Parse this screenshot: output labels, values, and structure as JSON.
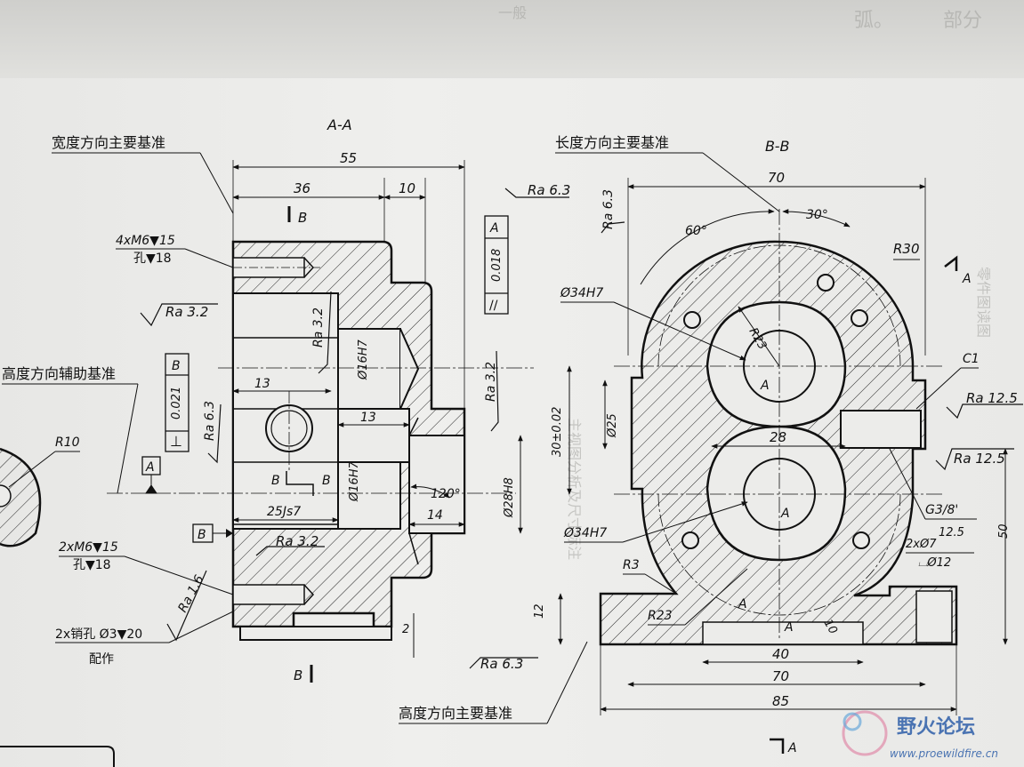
{
  "section_labels": {
    "aa": "A-A",
    "bb": "B-B",
    "b_top": "B",
    "b_bottom": "B",
    "a_right": "A",
    "a_bottom": "A"
  },
  "datums": {
    "width_main": "宽度方向主要基准",
    "length_main": "长度方向主要基准",
    "height_aux": "高度方向辅助基准",
    "height_main": "高度方向主要基准"
  },
  "left_view": {
    "dims": {
      "d55": "55",
      "d36": "36",
      "d10": "10",
      "d13a": "13",
      "d13b": "13",
      "d14": "14",
      "d2": "2",
      "js": "25Js7",
      "h16a": "Ø16H7",
      "h16b": "Ø16H7",
      "h28": "Ø28H8",
      "ang120": "120°"
    },
    "holes_top": {
      "line1": "4xM6▼15",
      "line2": "孔▼18"
    },
    "holes_bottom": {
      "line1": "2xM6▼15",
      "line2": "孔▼18"
    },
    "pin": {
      "line1": "2x销孔 Ø3▼20",
      "line2": "配作"
    },
    "roughness": {
      "r1": "Ra 3.2",
      "r2": "Ra 3.2",
      "r3": "Ra 6.3",
      "r4": "Ra 3.2",
      "r5": "Ra 1.6",
      "r6": "Ra 6.3",
      "r7": "Ra 3.2",
      "r8": "Ra 6.3"
    },
    "tolerance_perp": {
      "symbol": "⊥",
      "value": "0.021",
      "datum": "B"
    },
    "tolerance_par": {
      "symbol": "//",
      "value": "0.018",
      "datum": "A"
    },
    "datum_a": "A",
    "datum_b": "B",
    "r10": "R10",
    "cut_b1": "B",
    "cut_b2": "B"
  },
  "right_view": {
    "dims": {
      "d70top": "70",
      "ang30": "30°",
      "ang60": "60°",
      "r30": "R30",
      "r23a": "R23",
      "r23b": "R23",
      "h34a": "Ø34H7",
      "h34b": "Ø34H7",
      "c1": "C1",
      "d28": "28",
      "d25": "Ø25",
      "d30": "30±0.02",
      "g38": "G3/8'",
      "h7": "2xØ7",
      "h12": "⌴Ø12",
      "d125": "12.5",
      "r3": "R3",
      "d10": "10",
      "d12": "12",
      "d40": "40",
      "d70": "70",
      "d85": "85",
      "d50": "50",
      "a1": "A",
      "a2": "A",
      "a3": "A",
      "a4": "A"
    },
    "roughness": {
      "r1": "Ra 6.3",
      "r2": "Ra 12.5",
      "r3": "Ra 12.5"
    }
  },
  "watermark": {
    "title": "野火论坛",
    "url": "www.proewildfire.cn"
  }
}
